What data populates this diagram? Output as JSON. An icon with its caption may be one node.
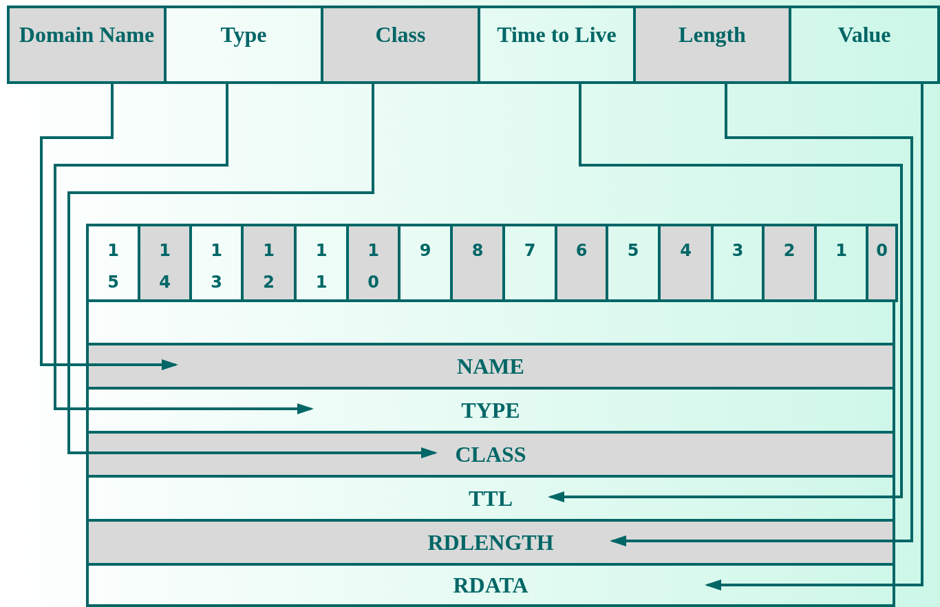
{
  "diagram": {
    "nodes": [
      {
        "text": [
          "Domain Name"
        ]
      },
      {
        "text": [
          "Type"
        ]
      },
      {
        "text": [
          "Class"
        ]
      },
      {
        "text": [
          "Time to Live"
        ]
      },
      {
        "text": [
          "Length"
        ]
      },
      {
        "text": [
          "Value"
        ]
      },
      {
        "text": [
          "15"
        ]
      },
      {
        "text": [
          "14"
        ]
      },
      {
        "text": [
          "13"
        ]
      },
      {
        "text": [
          "12"
        ]
      },
      {
        "text": [
          "11"
        ]
      },
      {
        "text": [
          "10"
        ]
      },
      {
        "text": [
          "9"
        ]
      },
      {
        "text": [
          "8"
        ]
      },
      {
        "text": [
          "7"
        ]
      },
      {
        "text": [
          "6"
        ]
      },
      {
        "text": [
          "5"
        ]
      },
      {
        "text": [
          "4"
        ]
      },
      {
        "text": [
          "3"
        ]
      },
      {
        "text": [
          "2"
        ]
      },
      {
        "text": [
          "1"
        ]
      },
      {
        "text": [
          "0"
        ]
      },
      {
        "text": [],
        "shape": "box"
      },
      {
        "text": [
          "NAME"
        ]
      },
      {
        "text": [
          "TYPE"
        ]
      },
      {
        "text": [
          "CLASS"
        ]
      },
      {
        "text": [
          "TTL"
        ]
      },
      {
        "text": [
          "RDLENGTH"
        ]
      },
      {
        "text": [
          "RDATA"
        ]
      }
    ],
    "edges": [
      {
        "from": 0,
        "to": 23,
        "arrow": "to"
      },
      {
        "from": 1,
        "to": 24,
        "arrow": "to"
      },
      {
        "from": 2,
        "to": 25,
        "arrow": "to"
      },
      {
        "from": 3,
        "to": 26,
        "arrow": "to"
      },
      {
        "from": 4,
        "to": 27,
        "arrow": "to"
      },
      {
        "from": 5,
        "to": 28,
        "arrow": "to"
      }
    ]
  }
}
